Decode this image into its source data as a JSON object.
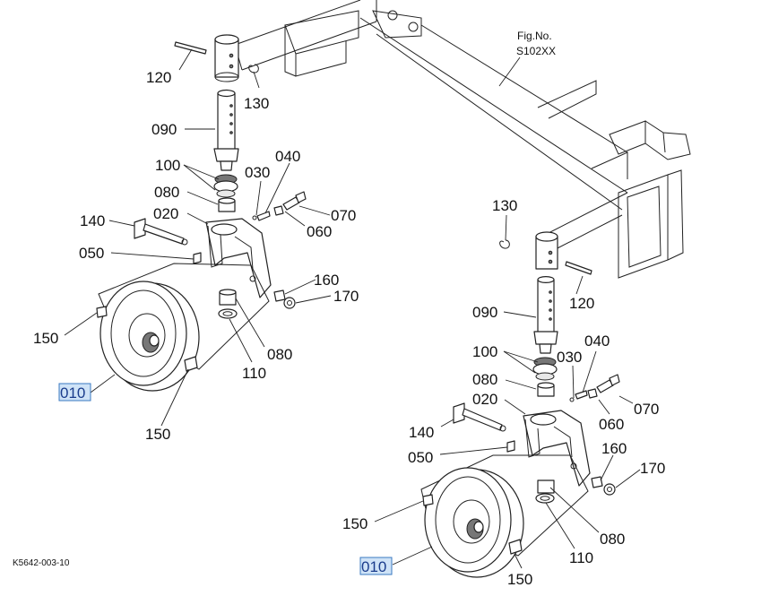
{
  "figure": {
    "fig_label": "Fig.No.",
    "fig_number": "S102XX",
    "drawing_code": "K5642-003-10"
  },
  "parts_left": {
    "p120": "120",
    "p130": "130",
    "p090": "090",
    "p100": "100",
    "p030": "030",
    "p040": "040",
    "p080a": "080",
    "p070": "070",
    "p020": "020",
    "p140": "140",
    "p060": "060",
    "p050": "050",
    "p160": "160",
    "p170": "170",
    "p150a": "150",
    "p080b": "080",
    "p110": "110",
    "p010": "010",
    "p150b": "150"
  },
  "parts_right": {
    "p130": "130",
    "p120": "120",
    "p090": "090",
    "p100": "100",
    "p040": "040",
    "p030": "030",
    "p080a": "080",
    "p070": "070",
    "p020": "020",
    "p060": "060",
    "p140": "140",
    "p160": "160",
    "p050": "050",
    "p170": "170",
    "p150a": "150",
    "p080b": "080",
    "p110": "110",
    "p010": "010",
    "p150b": "150"
  },
  "highlight": {
    "fill": "#cfe3f7",
    "border": "#3a78c2"
  }
}
